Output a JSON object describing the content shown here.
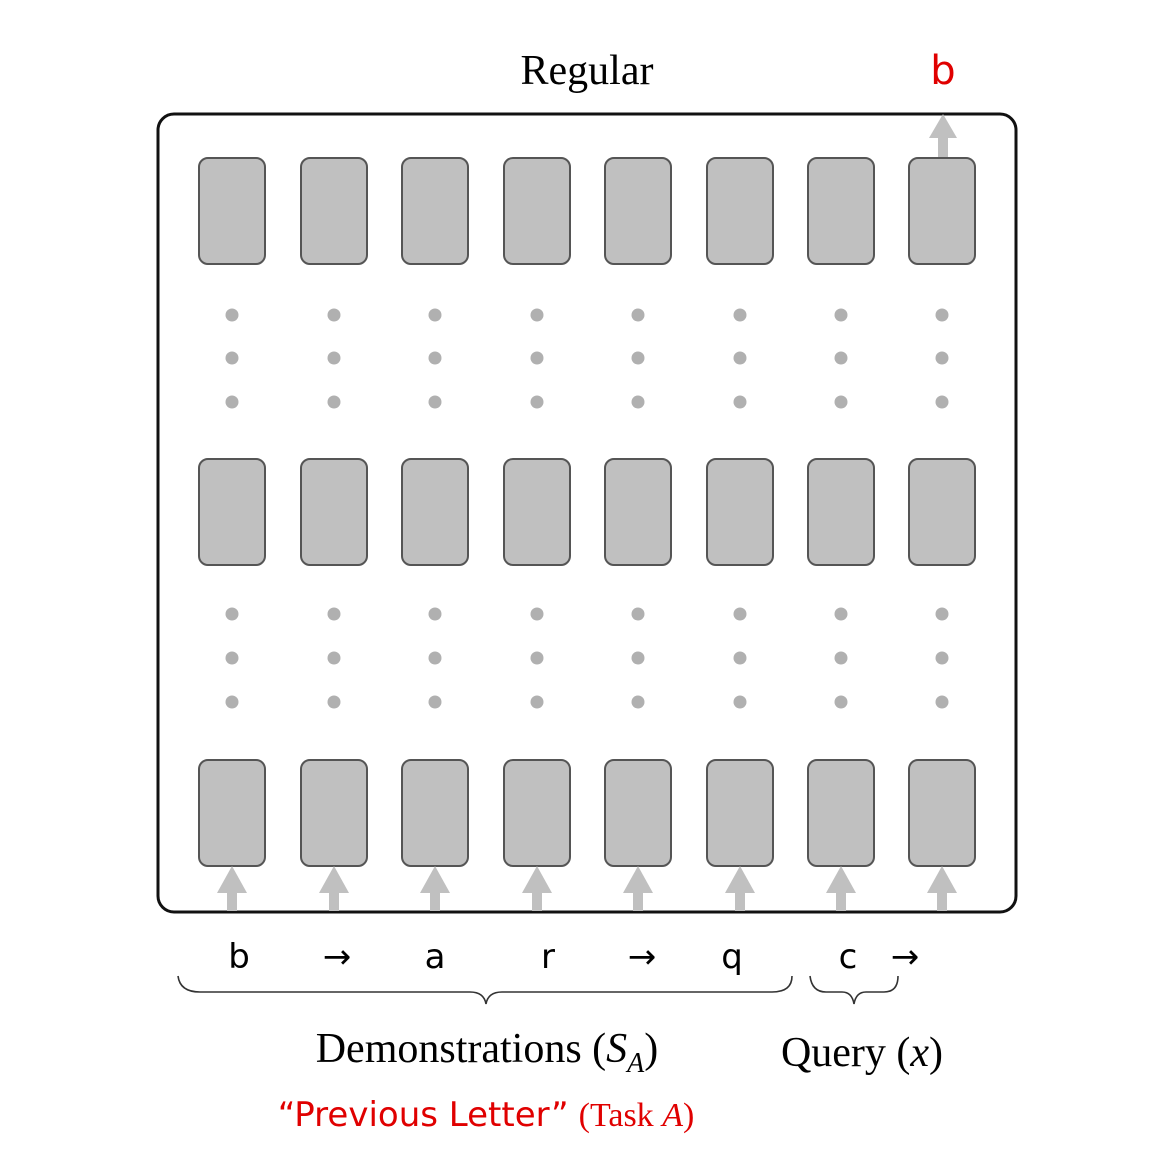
{
  "title": "Regular",
  "output_token": "b",
  "input_tokens": [
    "b",
    "→",
    "a",
    "r",
    "→",
    "q",
    "c",
    "→"
  ],
  "demonstrations_label": "Demonstrations (",
  "demonstrations_symbol": "S",
  "demonstrations_subscript": "A",
  "demonstrations_close": ")",
  "query_label": "Query (",
  "query_symbol": "x",
  "query_close": ")",
  "task_name": "“Previous  Letter”",
  "task_label": "(Task ",
  "task_symbol": "A",
  "task_close": ")",
  "colors": {
    "block_fill": "#c0c0c0",
    "block_stroke": "#555555",
    "arrow": "#c0c0c0",
    "dots": "#b0b0b0",
    "frame": "#111111",
    "highlight": "#e00000",
    "text": "#000000"
  }
}
